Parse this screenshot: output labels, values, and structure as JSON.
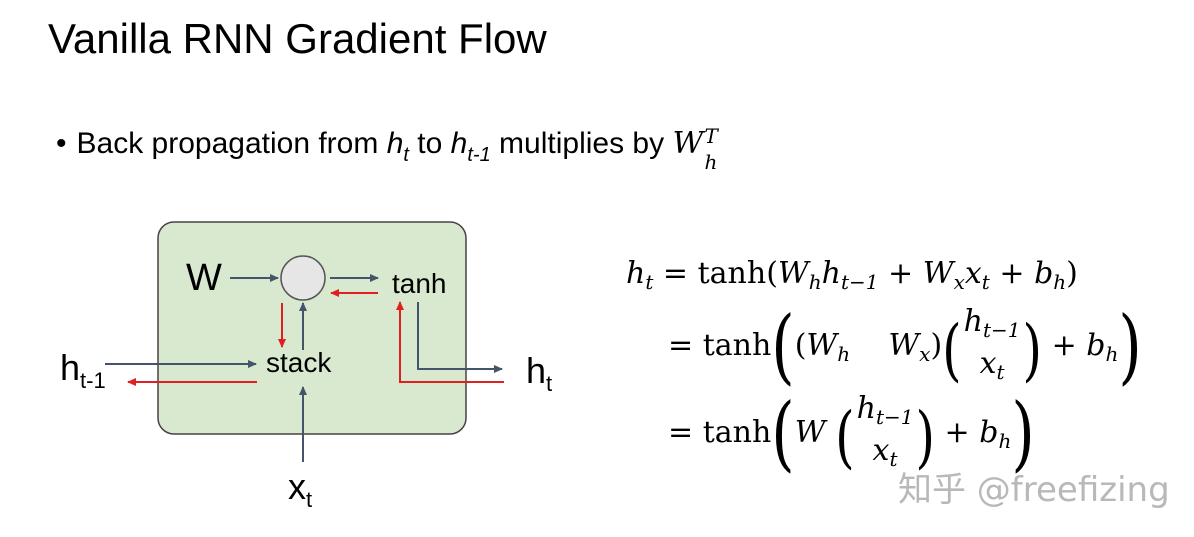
{
  "title": "Vanilla RNN Gradient Flow",
  "bullet": {
    "prefix": "Back propagation from",
    "h": "h",
    "t": "t",
    "to": "to",
    "t_minus_1": "t-1",
    "suffix": "multiplies by",
    "W": "W",
    "W_sub": "h",
    "W_sup": "T"
  },
  "diagram": {
    "W_label": "W",
    "stack_label": "stack",
    "tanh_label": "tanh",
    "h_prev_main": "h",
    "h_prev_sub": "t-1",
    "h_next_main": "h",
    "h_next_sub": "t",
    "x_main": "x",
    "x_sub": "t",
    "box_fill": "#d9e9cf",
    "forward_arrow_color": "#44546a",
    "backward_arrow_color": "#e02020"
  },
  "equations": {
    "line1": {
      "lhs_h": "h",
      "lhs_sub": "t",
      "eq": "=",
      "fn": "tanh(",
      "W": "W",
      "Wsub": "h",
      "h": "h",
      "hsub": "t−1",
      "plus1": "+",
      "W2": "W",
      "W2sub": "x",
      "x": "x",
      "xsub": "t",
      "plus2": "+",
      "b": "b",
      "bsub": "h",
      "close": ")"
    },
    "line2": {
      "eq": "=",
      "fn": "tanh",
      "open": "(",
      "rowopen": "(",
      "W": "W",
      "Wsub": "h",
      "W2": "W",
      "W2sub": "x",
      "rowclose": ")",
      "vtop": "h",
      "vtopsub": "t−1",
      "vbot": "x",
      "vbotsub": "t",
      "plus": "+",
      "b": "b",
      "bsub": "h",
      "close": ")"
    },
    "line3": {
      "eq": "=",
      "fn": "tanh",
      "open": "(",
      "W": "W",
      "vtop": "h",
      "vtopsub": "t−1",
      "vbot": "x",
      "vbotsub": "t",
      "plus": "+",
      "b": "b",
      "bsub": "h",
      "close": ")"
    }
  },
  "watermark": "知乎 @freefizing"
}
